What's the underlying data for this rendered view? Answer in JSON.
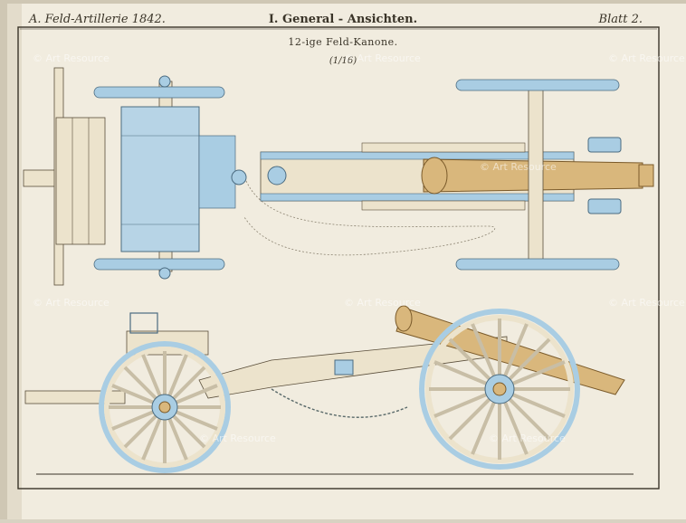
{
  "header": {
    "left": "A. Feld-Artillerie 1842.",
    "center": "I. General - Ansichten.",
    "right": "Blatt 2."
  },
  "subtitle": "12-ige Feld-Kanone.",
  "scale": "(1/16)",
  "watermark": "© Art Resource",
  "colors": {
    "paper": "#f1ecdf",
    "wood": "#ece3cc",
    "iron": "#a9cde3",
    "bronze": "#d9b77c",
    "ink": "#3a3428"
  },
  "illustrations": [
    "plan-view-gun-and-limber",
    "side-elevation-gun-and-limber"
  ]
}
